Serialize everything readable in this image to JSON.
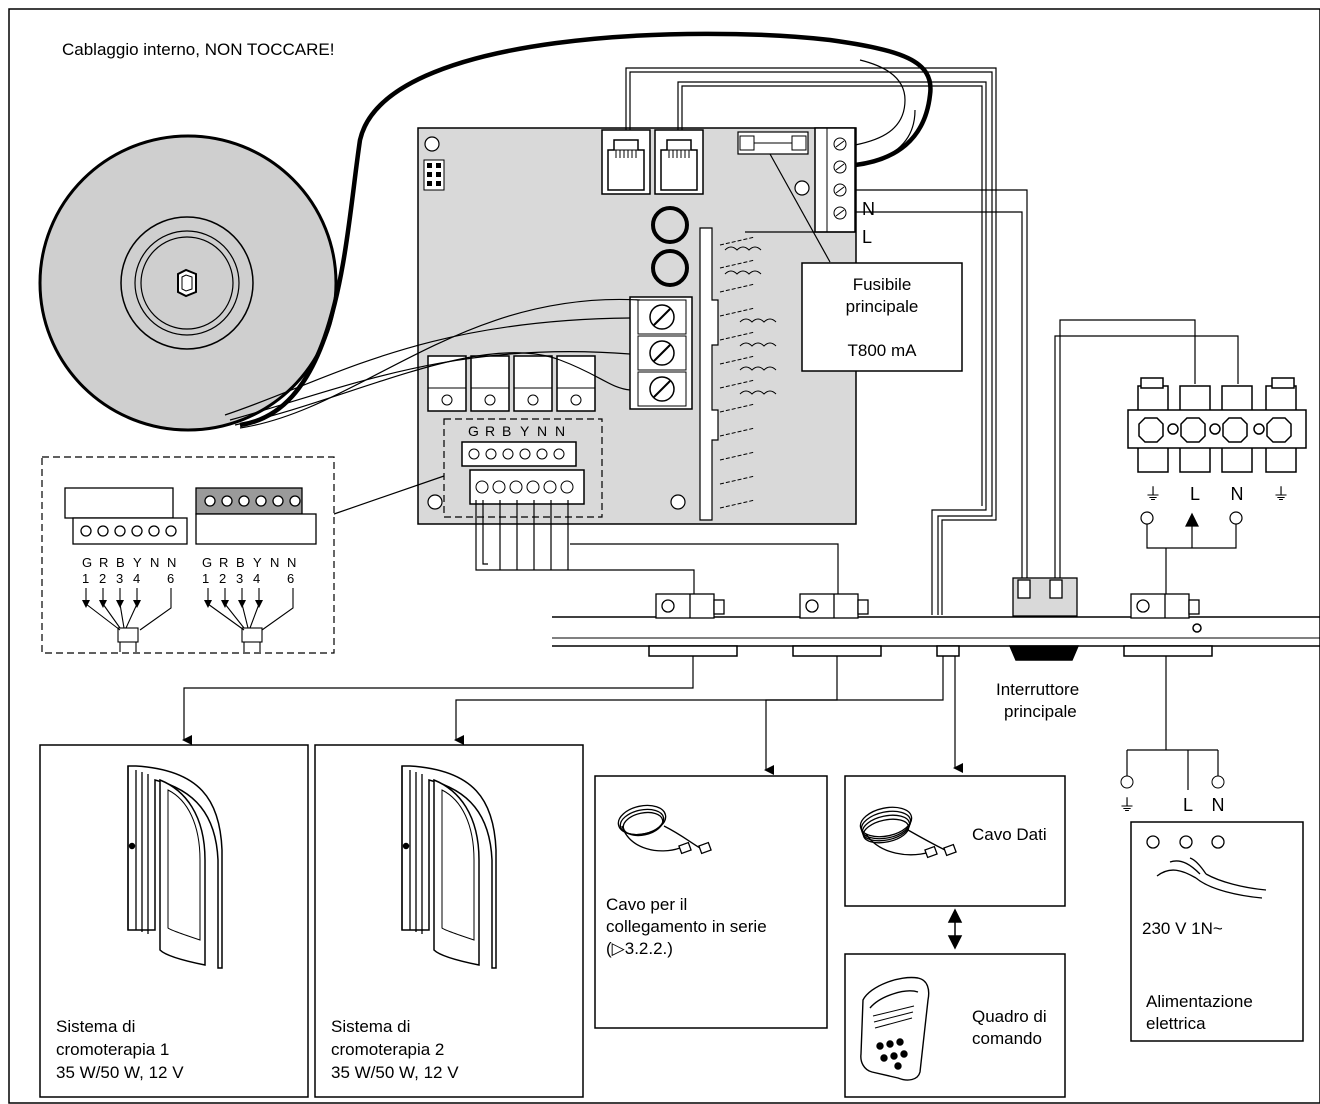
{
  "header": {
    "warning": "Cablaggio interno, NON TOCCARE!"
  },
  "fuse": {
    "line1": "Fusibile",
    "line2": "principale",
    "rating": "T800 mA"
  },
  "board_terminal": {
    "n": "N",
    "l": "L"
  },
  "terminal_strip": [
    "G",
    "R",
    "B",
    "Y",
    "N",
    "N"
  ],
  "inset_left": {
    "letters": [
      "G",
      "R",
      "B",
      "Y",
      "N",
      "N"
    ],
    "numbers": [
      "1",
      "2",
      "3",
      "4",
      "",
      "6"
    ]
  },
  "inset_right": {
    "letters": [
      "G",
      "R",
      "B",
      "Y",
      "N",
      "N"
    ],
    "numbers": [
      "1",
      "2",
      "3",
      "4",
      "",
      "6"
    ]
  },
  "connector_block": [
    "⏚",
    "L",
    "N",
    "⏚"
  ],
  "main_switch": {
    "line1": "Interruttore",
    "line2": "principale"
  },
  "supply_labels": [
    "⏚",
    "L",
    "N"
  ],
  "boxes": {
    "light1": {
      "line1": "Sistema di",
      "line2": "cromoterapia 1",
      "line3": "35 W/50 W, 12 V"
    },
    "light2": {
      "line1": "Sistema di",
      "line2": "cromoterapia 2",
      "line3": "35 W/50 W, 12 V"
    },
    "serial": {
      "line1": "Cavo per il",
      "line2": "collegamento in serie",
      "line3": "(▷3.2.2.)"
    },
    "data": {
      "label": "Cavo Dati"
    },
    "panel": {
      "line1": "Quadro di",
      "line2": "comando"
    },
    "power": {
      "voltage": "230 V 1N~",
      "line1": "Alimentazione",
      "line2": "elettrica"
    }
  },
  "colors": {
    "line": "#000000",
    "board": "#d9d9d9",
    "transformer": "#cfcfcf",
    "background": "#ffffff"
  }
}
